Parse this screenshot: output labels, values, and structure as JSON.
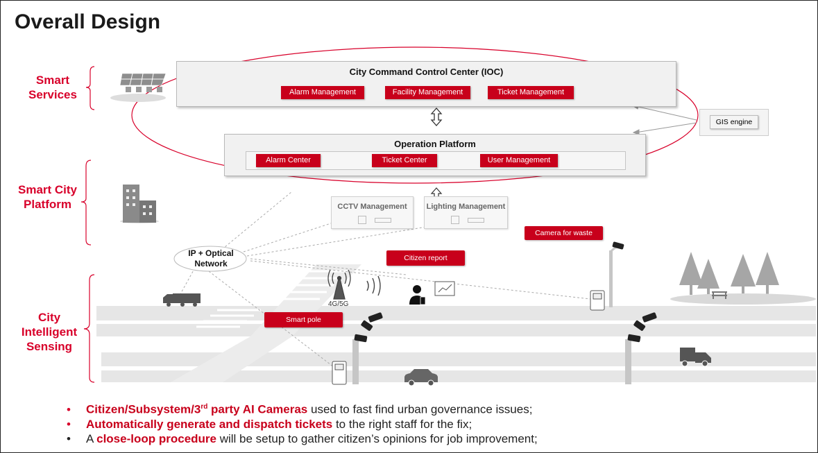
{
  "title": "Overall Design",
  "layers": {
    "smart_services": [
      "Smart",
      "Services"
    ],
    "smart_city_platform": [
      "Smart City",
      "Platform"
    ],
    "city_intelligent_sensing": [
      "City",
      "Intelligent",
      "Sensing"
    ]
  },
  "ioc": {
    "title": "City Command Control Center (IOC)",
    "buttons": [
      "Alarm Management",
      "Facility Management",
      "Ticket Management"
    ]
  },
  "operation_platform": {
    "title": "Operation Platform",
    "buttons": [
      "Alarm Center",
      "Ticket Center",
      "User Management"
    ]
  },
  "gis_engine": "GIS engine",
  "subsystems": {
    "cctv": "CCTV Management",
    "lighting": "Lighting Management"
  },
  "network": [
    "IP + Optical",
    "Network"
  ],
  "tower_label": "4G/5G",
  "callouts": {
    "camera_for_waste": "Camera for waste",
    "citizen_report": "Citizen report",
    "smart_pole": "Smart pole"
  },
  "bullets": [
    {
      "highlight": "Citizen/Subsystem/3",
      "sup": "rd",
      "highlight_after": " party AI Cameras",
      "rest": " used to fast find urban governance issues;"
    },
    {
      "highlight": "Automatically generate and dispatch tickets",
      "rest": " to the right staff for the fix;"
    },
    {
      "prefix": "A ",
      "highlight": "close-loop procedure",
      "rest": " will be setup to gather citizen’s opinions for job improvement;"
    }
  ],
  "colors": {
    "accent": "#c8001b",
    "label_red": "#d8002a",
    "box_fill": "#f1f1f1",
    "road": "#e5e5e5",
    "icon_gray": "#bdbdbd"
  },
  "icons": [
    "solar-panel-icon",
    "building-icon",
    "truck-icon",
    "tower-icon",
    "wireless-signal-icon",
    "citizen-phone-icon",
    "tablet-chart-icon",
    "camera-icon",
    "smart-pole-icon",
    "kiosk-icon",
    "car-icon",
    "tree-icon",
    "bench-icon"
  ]
}
